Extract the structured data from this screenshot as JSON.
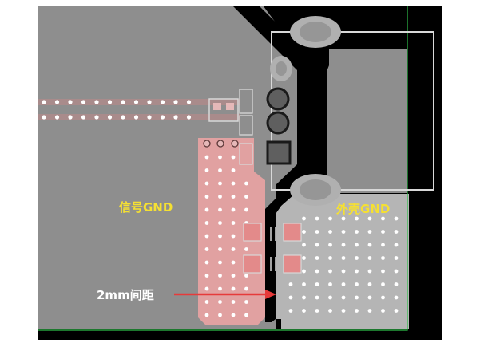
{
  "labels": {
    "signal_gnd": "信号GND",
    "shell_gnd": "外壳GND",
    "gap": "2mm间距"
  },
  "colors": {
    "background": "#000000",
    "board_fill": "#8e8e8e",
    "signal_gnd_fill": "#e8a3a3",
    "shell_gnd_fill": "#b5b5b5",
    "via": "#ffffff",
    "silkscreen": "#d8d8d8",
    "board_outline": "#2fbf4a",
    "label_yellow": "#f5e032",
    "arrow": "#e63a3a"
  }
}
